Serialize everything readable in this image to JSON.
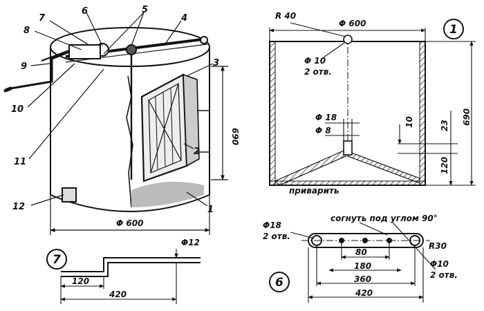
{
  "callouts": {
    "c1": "1",
    "c2": "2",
    "c3": "3",
    "c4": "4",
    "c5": "5",
    "c6": "6",
    "c7": "7",
    "c8": "8",
    "c9": "9",
    "c10": "10",
    "c11": "11",
    "c12": "12"
  },
  "assembly": {
    "diameter": "Φ 600",
    "height": "690"
  },
  "section": {
    "r40": "R 40",
    "diameter": "Φ 600",
    "phi10": "Φ 10",
    "holes2": "2 отв.",
    "phi18": "Φ 18",
    "phi8": "Φ 8",
    "d10": "10",
    "d23": "23",
    "d120": "120",
    "height": "690",
    "weld": "приварить"
  },
  "part6": {
    "phi18": "Φ18",
    "holes2": "2 отв.",
    "bend": "согнуть под углом 90°",
    "r30": "R30",
    "phi10": "Φ10",
    "holes2b": "2 отв.",
    "d80": "80",
    "d180": "180",
    "d360": "360",
    "d420": "420"
  },
  "part7": {
    "phi12": "Φ12",
    "d120": "120",
    "d420": "420"
  },
  "markers": {
    "m1": "1",
    "m6": "6",
    "m7": "7"
  }
}
